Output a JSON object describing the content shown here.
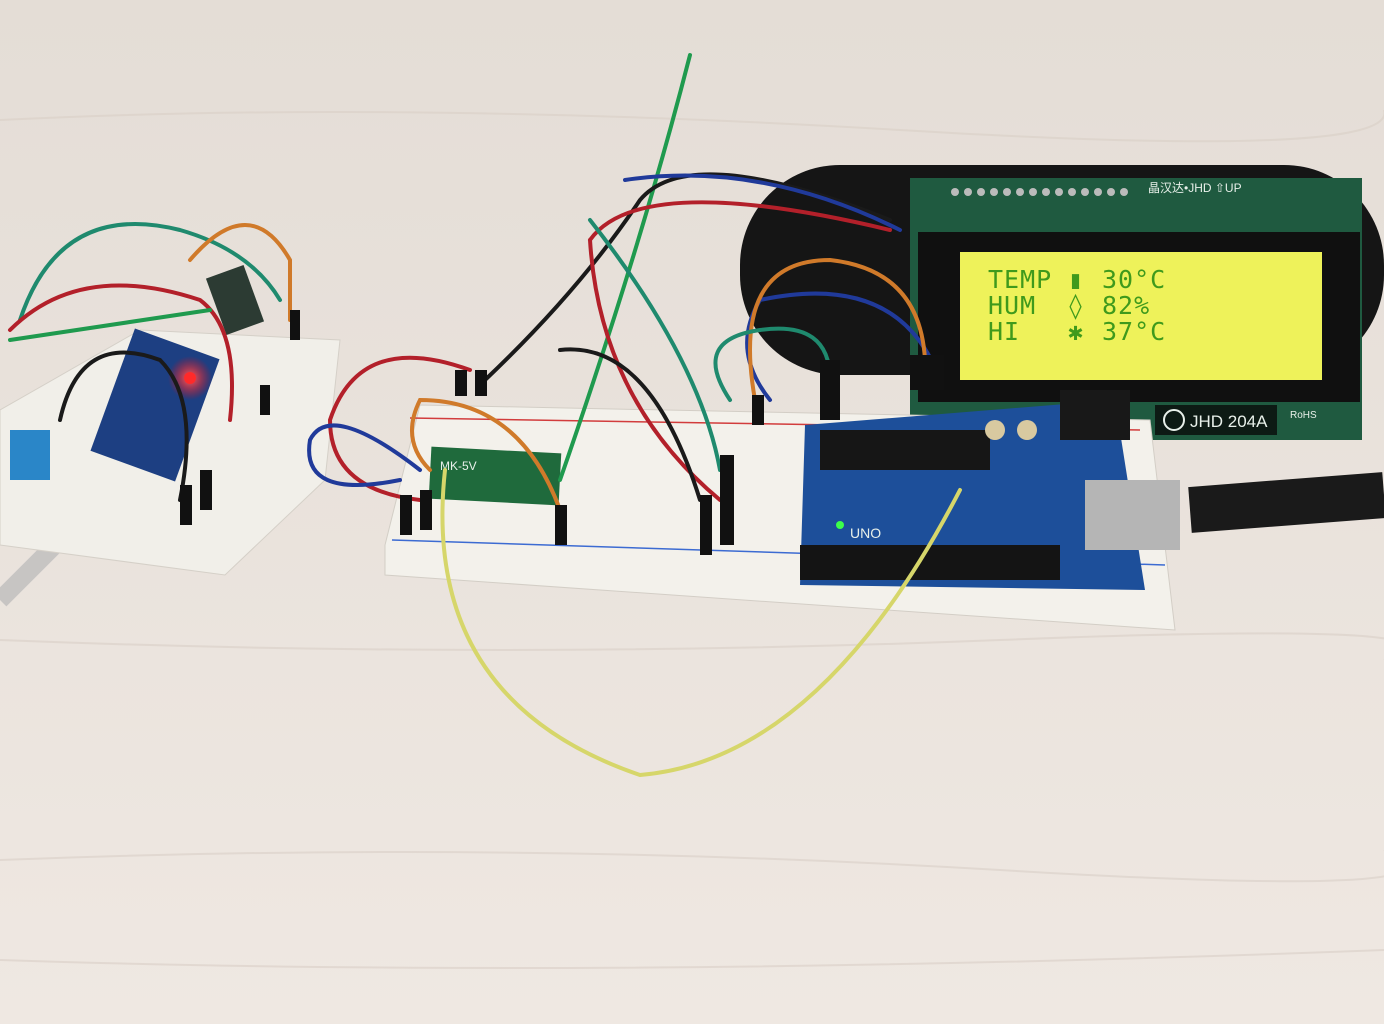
{
  "lcd": {
    "lines": [
      {
        "label": "TEMP",
        "icon": "thermometer-icon",
        "value": "30°C"
      },
      {
        "label": "HUM",
        "icon": "droplet-icon",
        "value": "82%"
      },
      {
        "label": "HI",
        "icon": "sun-icon",
        "value": "37°C"
      }
    ],
    "header_brand": "晶汉达•JHD ⇧UP",
    "model": "JHD 204A",
    "rohs": "RoHS",
    "backlight_color": "#eef25a",
    "text_color": "#3f9a1c"
  },
  "arduino": {
    "label": "UNO",
    "board_color": "#1d4f9a"
  },
  "rf_module": {
    "label": "MK-5V"
  },
  "colors": {
    "table": "#e9e2da",
    "breadboard": "#f2f0ea",
    "led_red": "#ff2a2a",
    "led_green": "#3cff4a"
  }
}
